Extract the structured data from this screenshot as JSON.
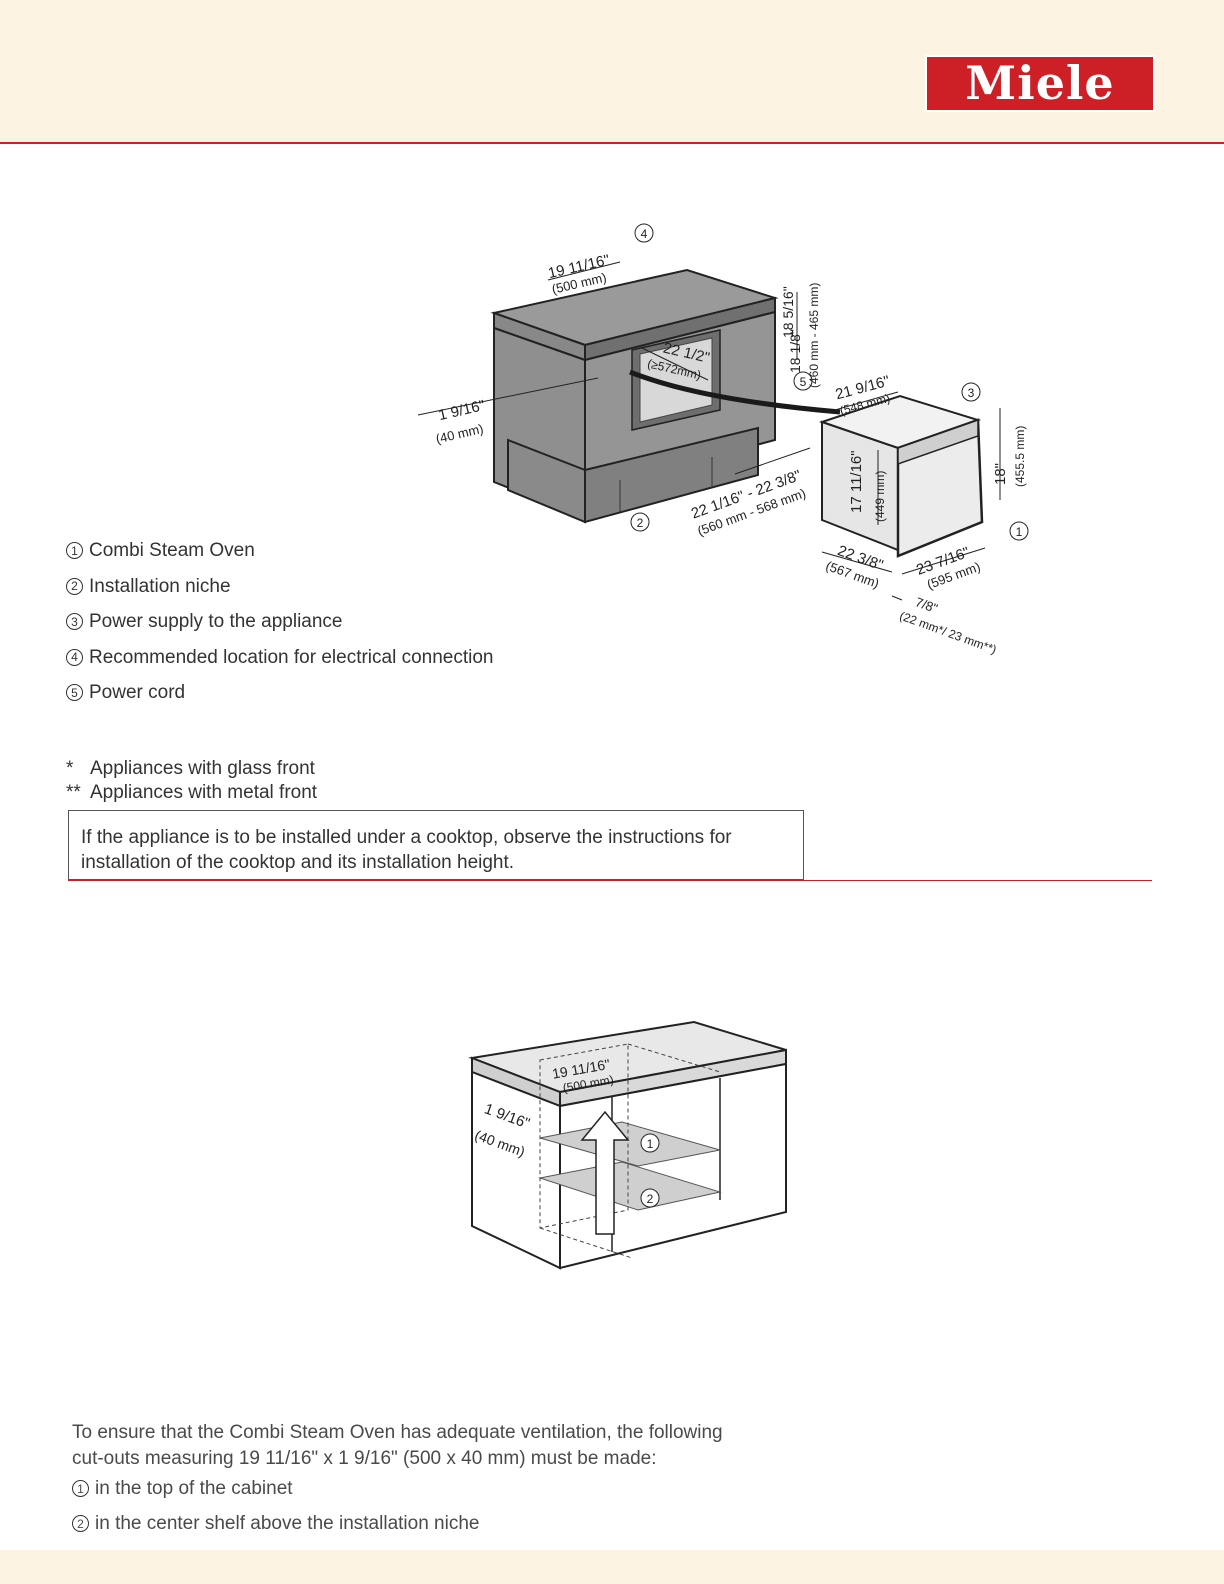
{
  "brand": {
    "logo_text": "Miele",
    "accent_color": "#cc1f26",
    "band_color": "#fdf3e3"
  },
  "diagram1": {
    "callouts": [
      "1",
      "2",
      "3",
      "4",
      "5"
    ],
    "dims": {
      "niche_depth_top": "19 11/16\"",
      "niche_depth_top_mm": "(500 mm)",
      "gap_side": "1 9/16\"",
      "gap_side_mm": "(40 mm)",
      "niche_inner_depth": "22 1/2\"",
      "niche_inner_depth_mm": "(≥572mm)",
      "niche_height_a": "18 1/8\"",
      "niche_height_b": "18 5/16\"",
      "niche_height_mm": "(460 mm - 465 mm)",
      "niche_width": "22 1/16\" - 22 3/8\"",
      "niche_width_mm": "(560 mm - 568 mm)",
      "oven_depth": "21 9/16\"",
      "oven_depth_mm": "(548 mm)",
      "oven_height": "18\"",
      "oven_height_mm": "(455.5 mm)",
      "oven_body_height": "17 11/16\"",
      "oven_body_height_mm": "(449 mm)",
      "oven_width": "22 3/8\"",
      "oven_width_mm": "(567 mm)",
      "front_width": "23 7/16\"",
      "front_width_mm": "(595 mm)",
      "front_thickness": "7/8\"",
      "front_thickness_mm": "(22 mm*/ 23 mm**)"
    }
  },
  "legend": [
    {
      "num": "1",
      "label": "Combi Steam Oven"
    },
    {
      "num": "2",
      "label": "Installation niche"
    },
    {
      "num": "3",
      "label": "Power supply to the appliance"
    },
    {
      "num": "4",
      "label": "Recommended location for electrical connection"
    },
    {
      "num": "5",
      "label": "Power cord"
    }
  ],
  "footnotes": [
    {
      "mark": "*",
      "text": "Appliances with glass front"
    },
    {
      "mark": "**",
      "text": "Appliances with metal front"
    }
  ],
  "note": {
    "line1": "If the appliance is to be installed under a cooktop, observe the instructions for",
    "line2": "installation of the cooktop and its installation height."
  },
  "diagram2": {
    "cutout_depth": "19 11/16\"",
    "cutout_depth_mm": "(500 mm)",
    "cutout_width": "1 9/16\"",
    "cutout_width_mm": "(40 mm)",
    "callouts": [
      "1",
      "2"
    ]
  },
  "ventilation": {
    "line1": "To ensure that the Combi Steam Oven has adequate ventilation, the following",
    "line2": "cut-outs measuring 19 11/16\" x 1 9/16\" (500 x 40 mm) must be made:",
    "items": [
      {
        "num": "1",
        "label": "in the top of the cabinet"
      },
      {
        "num": "2",
        "label": "in the center shelf above the installation niche"
      }
    ]
  }
}
